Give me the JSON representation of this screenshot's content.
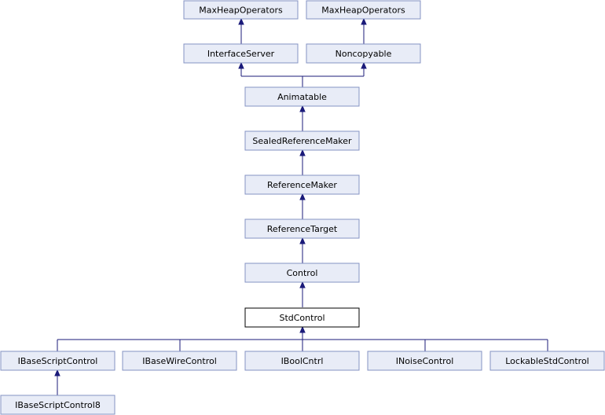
{
  "diagram": {
    "nodes": [
      {
        "id": "maxheap1",
        "label": "MaxHeapOperators"
      },
      {
        "id": "maxheap2",
        "label": "MaxHeapOperators"
      },
      {
        "id": "interfaceserver",
        "label": "InterfaceServer"
      },
      {
        "id": "noncopyable",
        "label": "Noncopyable"
      },
      {
        "id": "animatable",
        "label": "Animatable"
      },
      {
        "id": "sealedrefmaker",
        "label": "SealedReferenceMaker"
      },
      {
        "id": "refmaker",
        "label": "ReferenceMaker"
      },
      {
        "id": "reftarget",
        "label": "ReferenceTarget"
      },
      {
        "id": "control",
        "label": "Control"
      },
      {
        "id": "stdcontrol",
        "label": "StdControl"
      },
      {
        "id": "ibasescriptcontrol",
        "label": "IBaseScriptControl"
      },
      {
        "id": "ibasewirecontrol",
        "label": "IBaseWireControl"
      },
      {
        "id": "iboolcntrl",
        "label": "IBoolCntrl"
      },
      {
        "id": "inoisecontrol",
        "label": "INoiseControl"
      },
      {
        "id": "lockablestdcontrol",
        "label": "LockableStdControl"
      },
      {
        "id": "ibasescriptcontrol8",
        "label": "IBaseScriptControl8"
      }
    ]
  }
}
